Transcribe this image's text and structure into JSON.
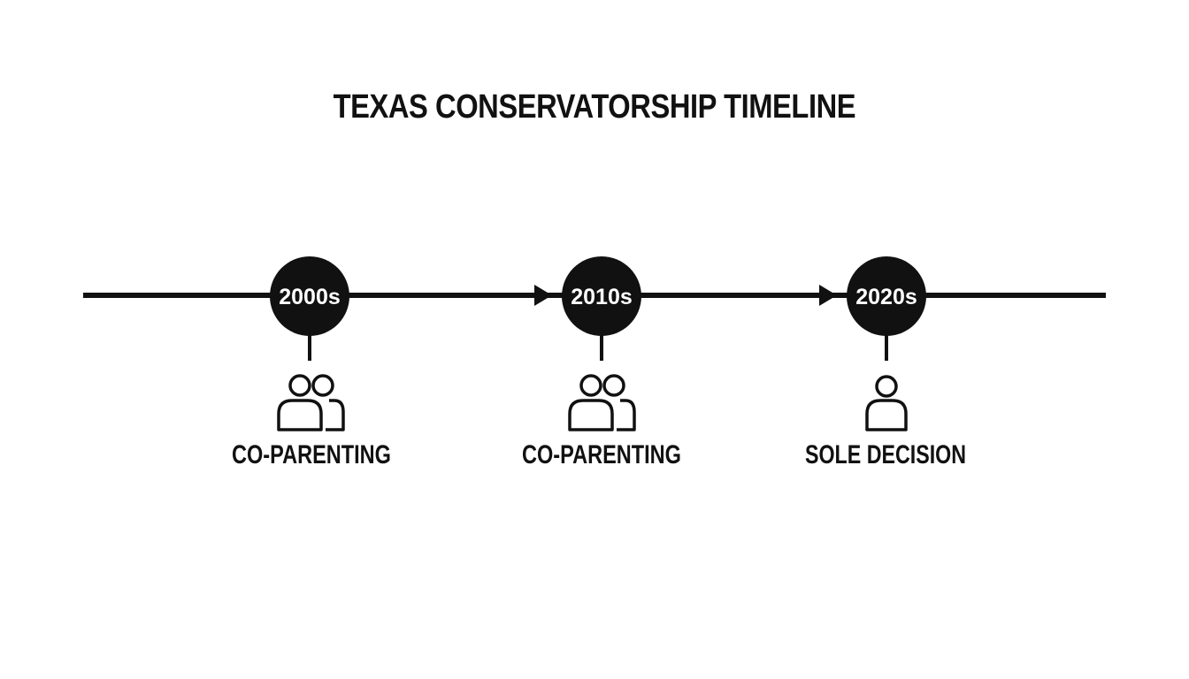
{
  "title": "TEXAS CONSERVATORSHIP TIMELINE",
  "colors": {
    "ink": "#111111",
    "background": "#ffffff",
    "node_text": "#ffffff"
  },
  "milestones": [
    {
      "decade": "2000s",
      "label": "CO-PARENTING",
      "icon": "two-people-icon"
    },
    {
      "decade": "2010s",
      "label": "CO-PARENTING",
      "icon": "two-people-icon"
    },
    {
      "decade": "2020s",
      "label": "SOLE DECISION",
      "icon": "single-person-icon"
    }
  ]
}
